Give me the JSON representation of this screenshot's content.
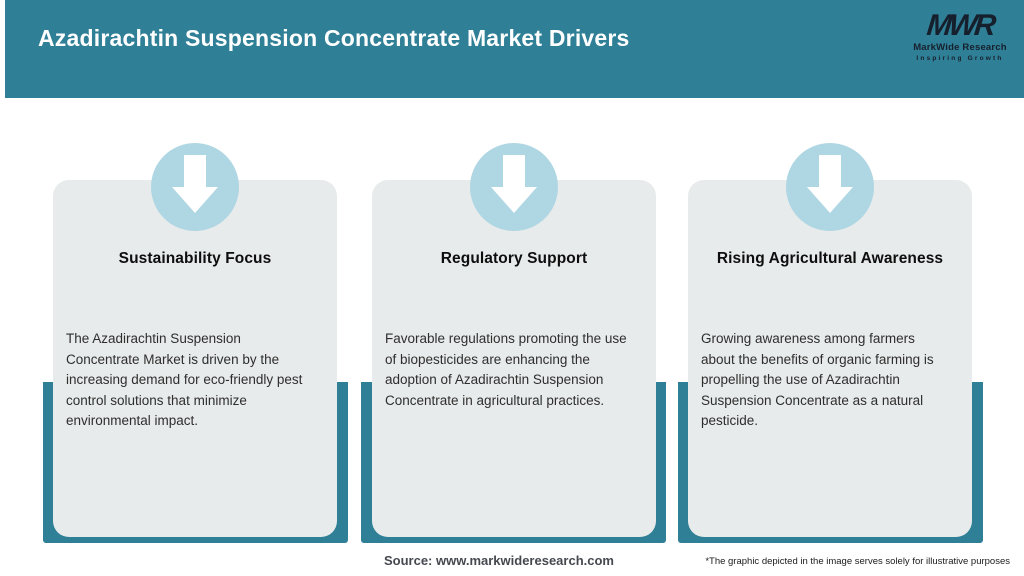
{
  "header": {
    "title": "Azadirachtin Suspension Concentrate Market Drivers",
    "logo": {
      "mark": "MWR",
      "name": "MarkWide Research",
      "tagline": "Inspiring Growth"
    }
  },
  "cards": [
    {
      "icon": "down-arrow-icon",
      "title": "Sustainability Focus",
      "body": "The Azadirachtin Suspension Concentrate Market is driven by the increasing demand for eco-friendly pest control solutions that minimize environmental impact."
    },
    {
      "icon": "down-arrow-icon",
      "title": "Regulatory Support",
      "body": "Favorable regulations promoting the use of biopesticides are enhancing the adoption of Azadirachtin Suspension Concentrate in agricultural practices."
    },
    {
      "icon": "down-arrow-icon",
      "title": "Rising Agricultural Awareness",
      "body": "Growing awareness among farmers about the benefits of organic farming is propelling the use of Azadirachtin Suspension Concentrate as a natural pesticide."
    }
  ],
  "footer": {
    "source": "Source: www.markwideresearch.com",
    "disclaimer": "*The graphic depicted in the image serves solely for illustrative purposes"
  },
  "colors": {
    "header_teal": "#2F7F96",
    "card_background": "#E8EBEB",
    "badge_blue": "#AFD6E3",
    "logo_dark": "#161F2C",
    "title_text": "#FFFFFF"
  }
}
